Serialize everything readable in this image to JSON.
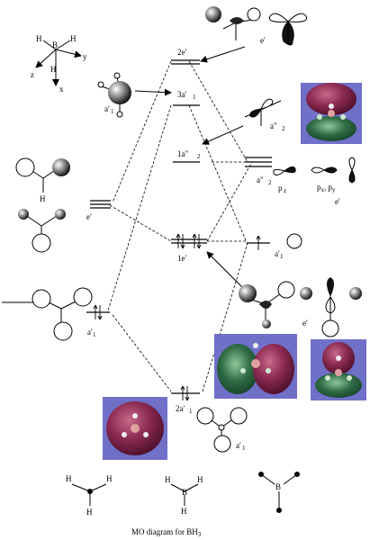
{
  "caption": "MO diagram for BH",
  "caption_sub": "3",
  "axes": {
    "y": "y",
    "x": "x",
    "z": "z",
    "b": "B",
    "h": "H"
  },
  "levels": {
    "top_2e": "2e'",
    "three_a1": "3a'",
    "one_a2": "1a\"",
    "one_e": "1e'",
    "two_a1": "2a'"
  },
  "left_labels": {
    "a1_upper": "a'",
    "e_left": "e'",
    "a1_lower": "a'"
  },
  "right_labels": {
    "e_top": "e'",
    "a2_orb": "a\"",
    "a2_level": "a\"",
    "pz": "p",
    "pz_sub": "z",
    "pxpy": "p",
    "pxpy_sub": "x",
    "pxpy_sep": ", p",
    "pxpy_sub2": "y",
    "e_right": "e'",
    "a1_right": "a'",
    "e_mid": "e'",
    "a1_bottom": "a'"
  },
  "subs": {
    "one": "1",
    "two": "2"
  },
  "colors": {
    "blob_purple": "#8b2a52",
    "blob_green": "#2f6b45",
    "panel": "#7070c8"
  }
}
